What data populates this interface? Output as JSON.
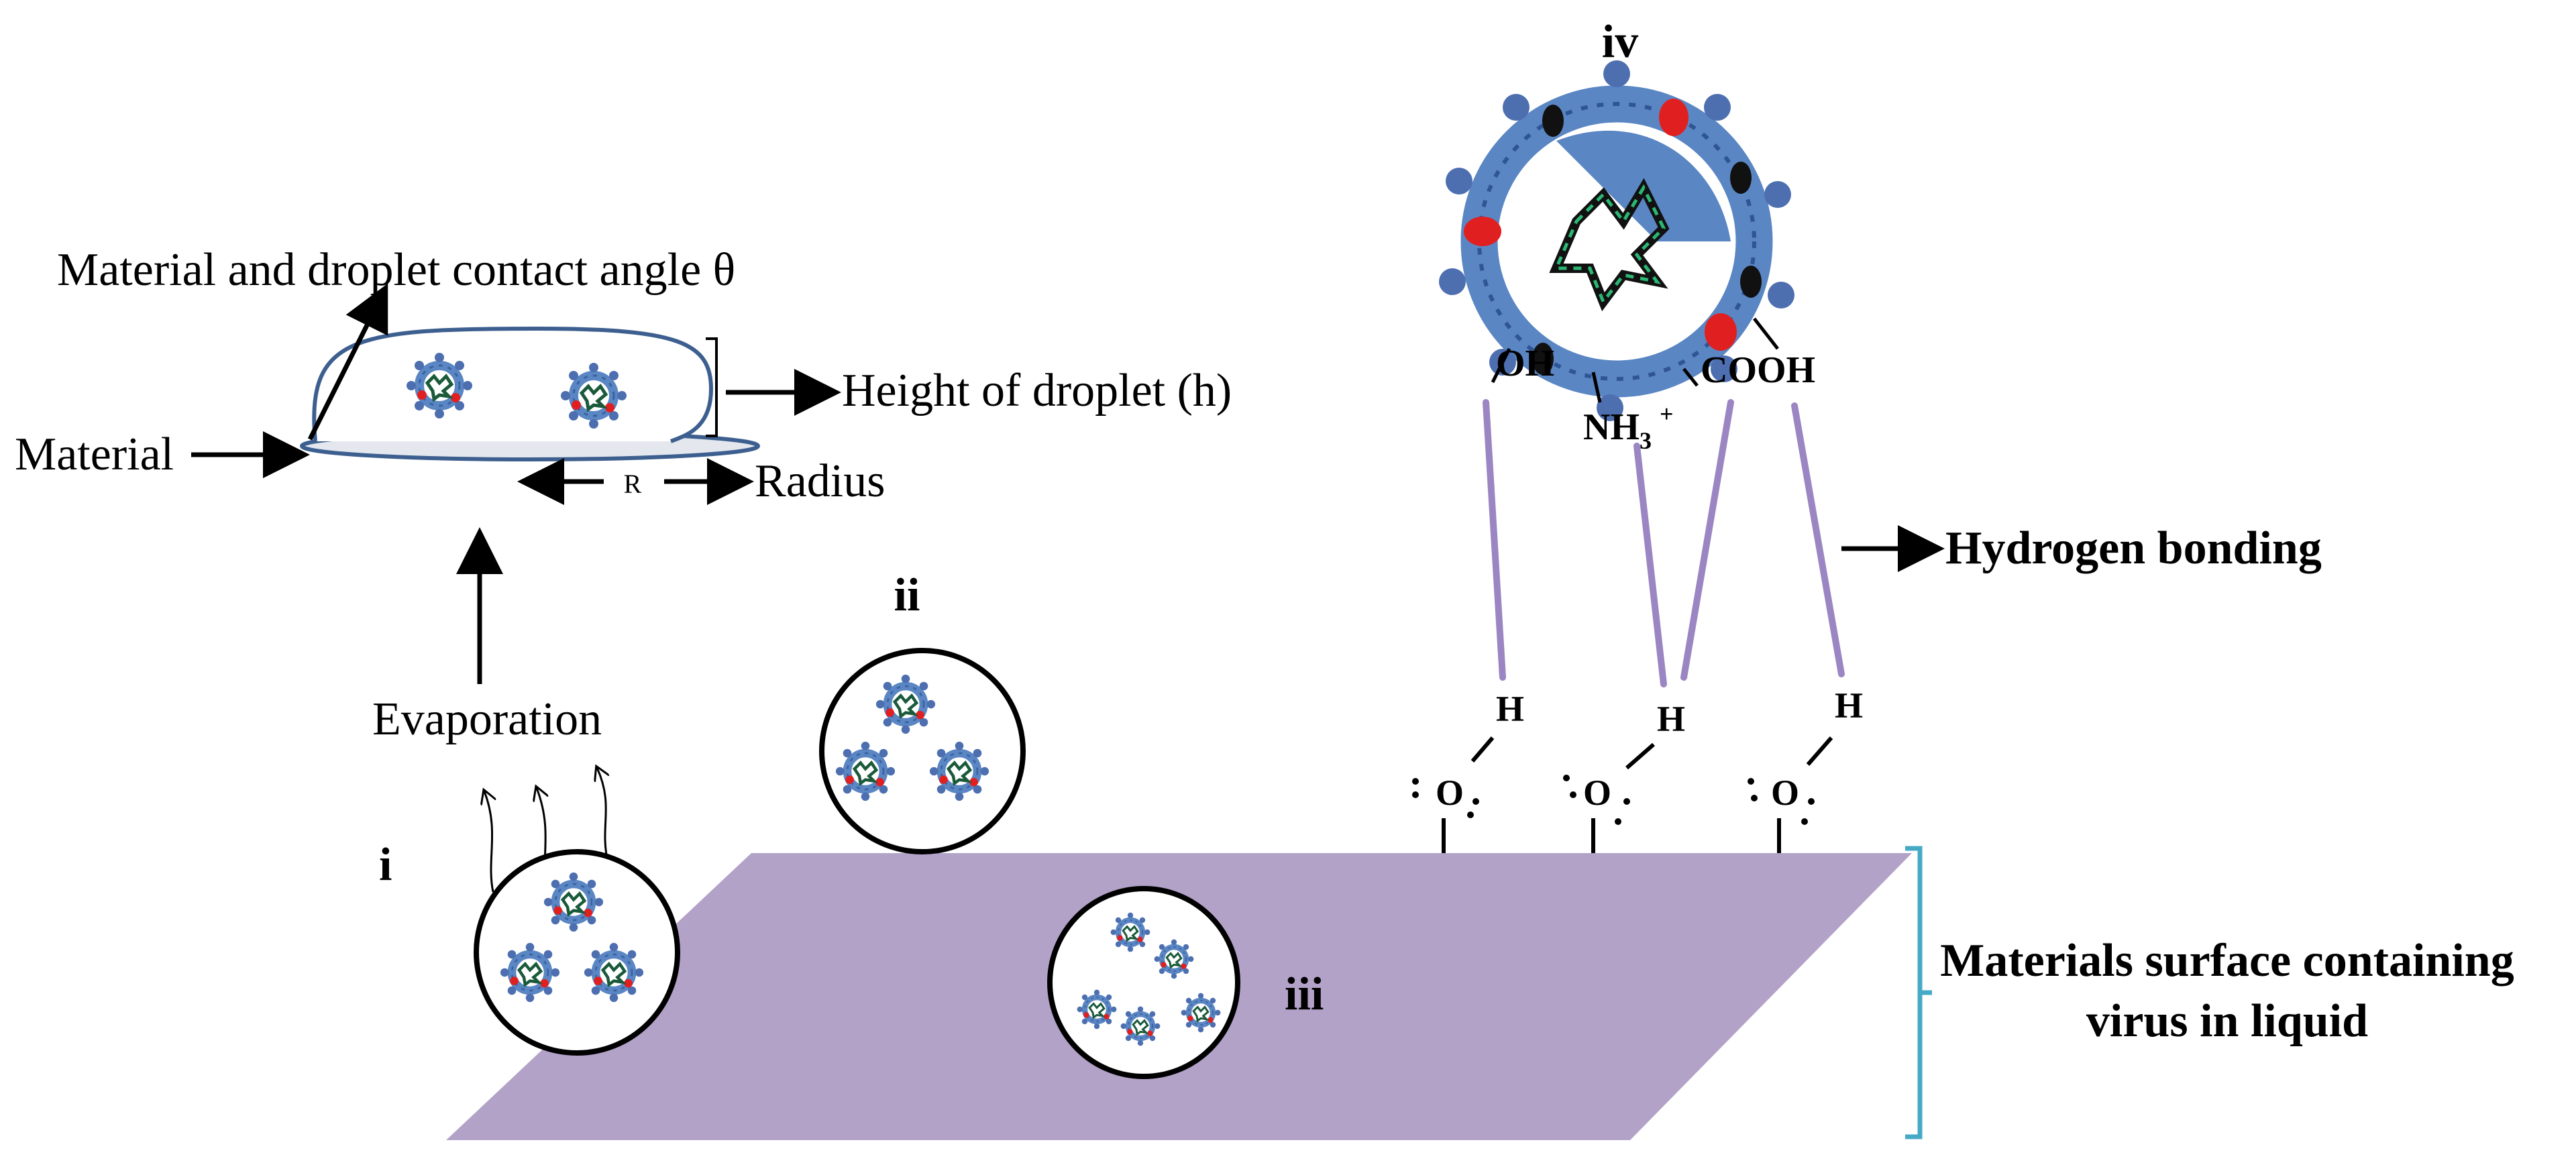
{
  "labels": {
    "contact_angle": "Material and droplet contact angle θ",
    "height": "Height of droplet (h)",
    "material": "Material",
    "r_letter": "R",
    "radius": "Radius",
    "evaporation": "Evaporation",
    "stage_i": "i",
    "stage_ii": "ii",
    "stage_iii": "iii",
    "stage_iv": "iv",
    "oh": "OH",
    "nh3": "NH",
    "nh3_sub": "3",
    "nh3_sup": "+",
    "cooh": "COOH",
    "hydrogen_bonding": "Hydrogen bonding",
    "surface_line1": "Materials surface containing",
    "surface_line2": "virus in liquid",
    "h": "H",
    "o": "O"
  },
  "colors": {
    "surface": "#b3a2c8",
    "bond_line": "#9b85c2",
    "bracket": "#46aac6",
    "droplet_outline": "#3d5f8f",
    "material_fill": "#e4e8ee",
    "virus_shell": "#5a86c4",
    "virus_red": "#e02020",
    "rna_green": "#2bb673"
  }
}
